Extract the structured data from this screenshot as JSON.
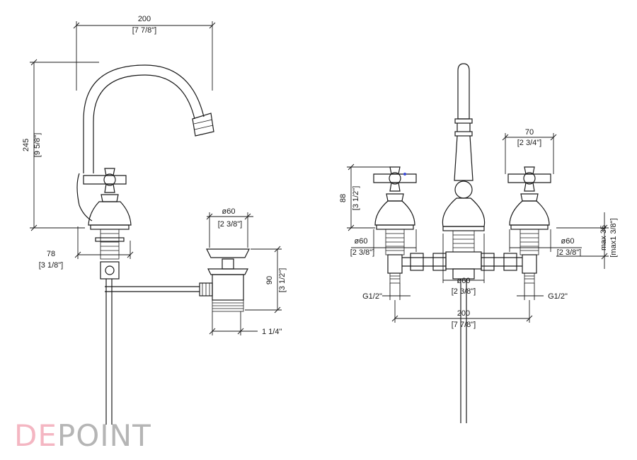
{
  "left_view": {
    "width_mm": "200",
    "width_in": "[7 7/8\"]",
    "height_mm": "245",
    "height_in": "[9 5/8\"]",
    "base_mm": "78",
    "base_in": "[3 1/8\"]",
    "waste_dia_mm": "ø60",
    "waste_dia_in": "[2 3/8\"]",
    "waste_h_mm": "90",
    "waste_h_in": "[3 1/2\"]",
    "waste_thread": "1 1/4\""
  },
  "right_view": {
    "handle_mm": "70",
    "handle_in": "[2 3/4\"]",
    "valve_h_mm": "88",
    "valve_h_in": "[3 1/2\"]",
    "left_dia_mm": "ø60",
    "left_dia_in": "[2 3/8\"]",
    "center_dia_mm": "ø60",
    "center_dia_in": "[2 3/8\"]",
    "right_dia_mm": "ø60",
    "right_dia_in": "[2 3/8\"]",
    "deck_max_mm": "max 35",
    "deck_max_in": "[max1 3/8\"]",
    "thread_left": "G1/2\"",
    "thread_right": "G1/2\"",
    "spread_mm": "200",
    "spread_in": "[7 7/8\"]"
  },
  "logo": {
    "part1": "DE",
    "part2": "POINT",
    "color1": "#f4b6c2",
    "color2": "#b5b5b5"
  }
}
